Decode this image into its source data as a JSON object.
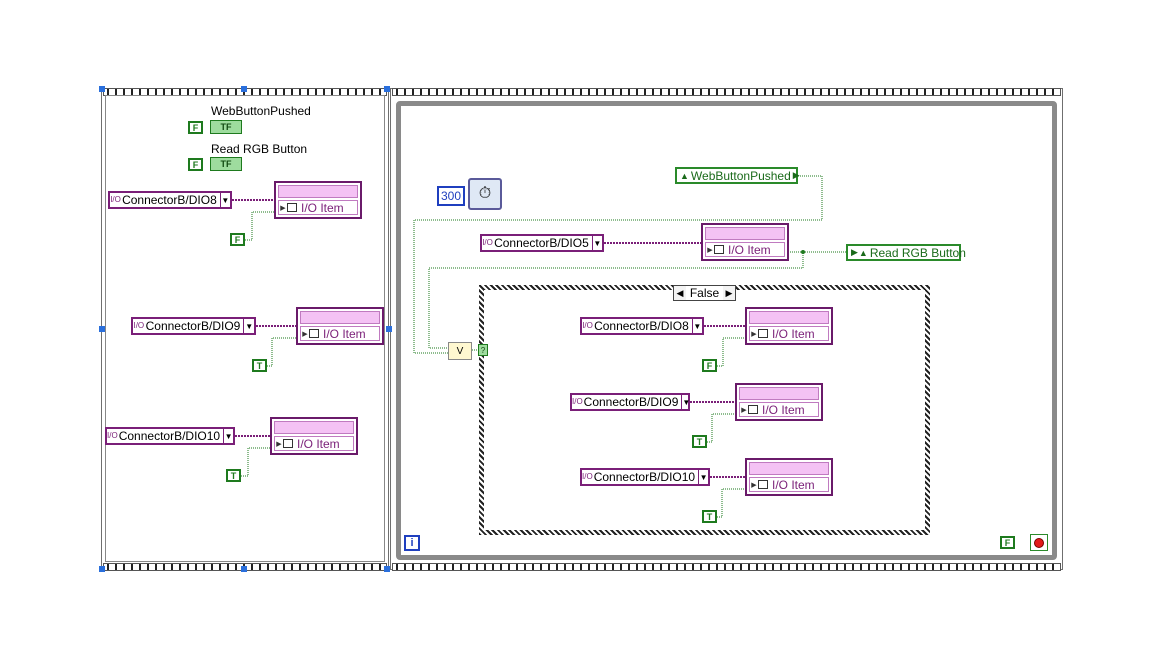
{
  "indicators": {
    "web_button_pushed": "WebButtonPushed",
    "read_rgb_button": "Read RGB Button",
    "tf_glyph": "TF"
  },
  "io_names": {
    "dio8": "ConnectorB/DIO8",
    "dio9": "ConnectorB/DIO9",
    "dio10": "ConnectorB/DIO10",
    "dio5": "ConnectorB/DIO5",
    "glyph": "I/O"
  },
  "property_node": {
    "item_label": "I/O Item"
  },
  "constants": {
    "false": "F",
    "true": "T",
    "wait_ms": "300"
  },
  "local_vars": {
    "web_button_pushed": "WebButtonPushed",
    "read_rgb_button": "Read RGB Button"
  },
  "case_structure": {
    "selector": "False",
    "left_arrow": "◀",
    "right_arrow": "▶"
  },
  "or_node": {
    "label": "V"
  },
  "iteration_terminal": "i",
  "colors": {
    "io_refnum": "#7a1f78",
    "boolean": "#1e7a1e",
    "numeric": "#1f3fbf",
    "frame": "#8a8a8a"
  }
}
